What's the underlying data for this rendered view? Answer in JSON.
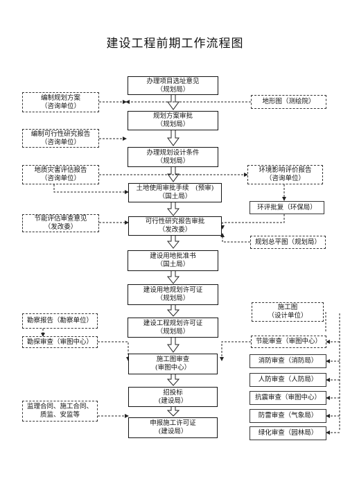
{
  "title": "建设工程前期工作流程图",
  "main_steps": [
    {
      "line1": "办理项目选址意见",
      "line2": "（规划局）"
    },
    {
      "line1": "规划方案审批",
      "line2": "（规划局）"
    },
    {
      "line1": "办理规划设计条件",
      "line2": "（规划局）"
    },
    {
      "line1": "土地使用审批手续　(预审)",
      "line2": "（国土局）"
    },
    {
      "line1": "可行性研究报告审批",
      "line2": "（发改委）"
    },
    {
      "line1": "建设用地批准书",
      "line2": "（国土局）"
    },
    {
      "line1": "建设用地规划许可证",
      "line2": "（规划局）"
    },
    {
      "line1": "建设工程规划许可证",
      "line2": "（规划局）"
    },
    {
      "line1": "施工图审查",
      "line2": "(审图中心）"
    },
    {
      "line1": "招投标",
      "line2": "(建设局）"
    },
    {
      "line1": "申报施工许可证",
      "line2": "(建设局）"
    }
  ],
  "left_items": [
    {
      "line1": "编制规划方案",
      "line2": "（咨询单位）"
    },
    {
      "line1": "编制可行性研究报告",
      "line2": "（咨询单位）"
    },
    {
      "line1": "地质灾害评估报告",
      "line2": "（咨询单位）"
    },
    {
      "line1": "节能评估审查意见",
      "line2": "（发改委）"
    },
    {
      "line1": "勘察报告（勘察单位）",
      "line2": ""
    },
    {
      "line1": "勘探审查（审图中心）",
      "line2": ""
    },
    {
      "line1": "监理合同、施工合同、",
      "line2": "质监、安监等"
    }
  ],
  "right_items": [
    {
      "line1": "地形图（测绘院）",
      "line2": ""
    },
    {
      "line1": "环境影响评价报告",
      "line2": "（咨询单位）"
    },
    {
      "line1": "环评批复（环保局）",
      "line2": ""
    },
    {
      "line1": "规划总平图（规划局）",
      "line2": ""
    },
    {
      "line1": "施工图",
      "line2": "（设计单位）"
    },
    {
      "line1": "节能审查（审图中心）",
      "line2": ""
    },
    {
      "line1": "消防审查（消防局）",
      "line2": ""
    },
    {
      "line1": "人防审查（人防局）",
      "line2": ""
    },
    {
      "line1": "抗震审查（审图中心）",
      "line2": ""
    },
    {
      "line1": "防雷审查（气象局）",
      "line2": ""
    },
    {
      "line1": "绿化审查（园林局）",
      "line2": ""
    }
  ]
}
